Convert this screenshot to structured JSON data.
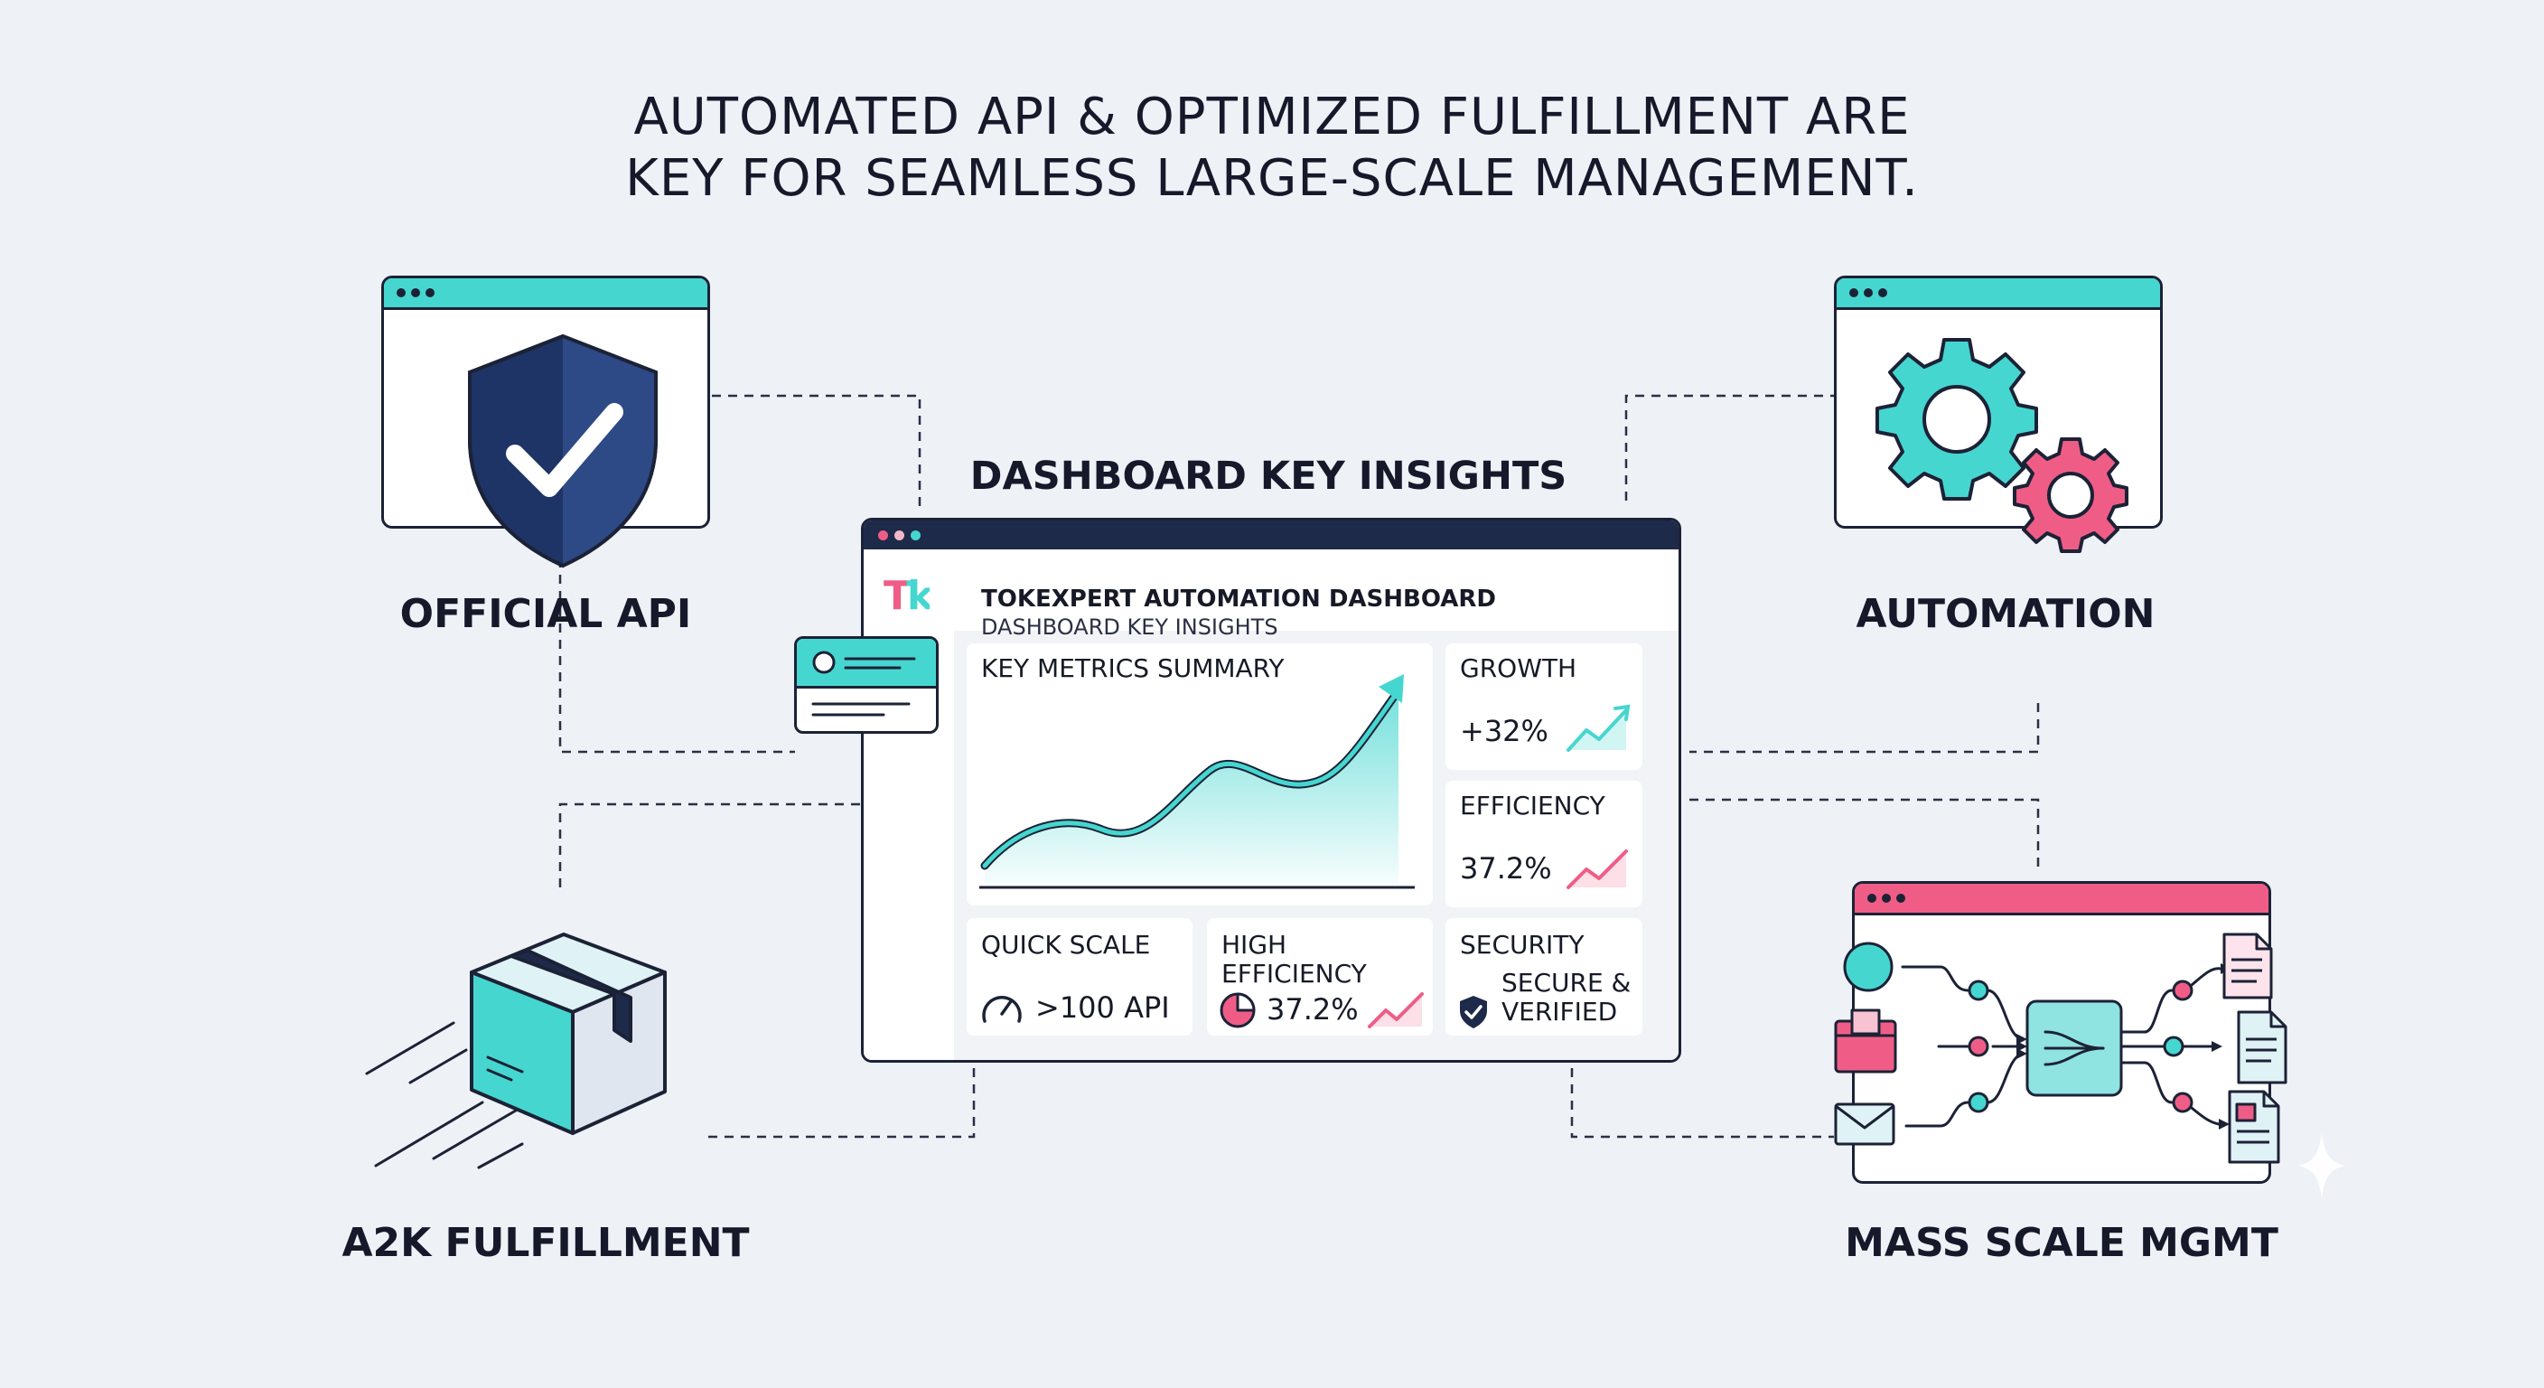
{
  "headline": {
    "line1": "AUTOMATED API & OPTIMIZED FULFILLMENT ARE",
    "line2": "KEY FOR SEAMLESS LARGE-SCALE MANAGEMENT."
  },
  "nodes": {
    "official_api": "OFFICIAL API",
    "automation": "AUTOMATION",
    "fulfillment": "A2K FULFILLMENT",
    "mass_scale": "MASS SCALE MGMT"
  },
  "dashboard": {
    "section_title": "DASHBOARD KEY INSIGHTS",
    "logo": "Tk",
    "app_title": "TOKEXPERT AUTOMATION DASHBOARD",
    "app_subtitle": "DASHBOARD KEY INSIGHTS",
    "summary": {
      "title": "KEY METRICS SUMMARY"
    },
    "growth": {
      "title": "GROWTH",
      "value": "+32%"
    },
    "efficiency": {
      "title": "EFFICIENCY",
      "value": "37.2%"
    },
    "quick_scale": {
      "title": "QUICK SCALE",
      "value": ">100 API"
    },
    "high_efficiency": {
      "title_line1": "HIGH",
      "title_line2": "EFFICIENCY",
      "value": "37.2%"
    },
    "security": {
      "title": "SECURITY",
      "value_line1": "SECURE &",
      "value_line2": "VERIFIED"
    }
  },
  "colors": {
    "teal": "#46d6d0",
    "pink": "#ef5d87",
    "navy": "#1e2a4a",
    "ink": "#1c2236",
    "background": "#eef1f6"
  },
  "icons": [
    "shield-check-icon",
    "gears-icon",
    "package-box-icon",
    "workflow-icon",
    "chat-message-icon",
    "speedometer-icon",
    "pie-chart-icon",
    "shield-icon",
    "trend-up-icon",
    "sparkle-icon"
  ]
}
